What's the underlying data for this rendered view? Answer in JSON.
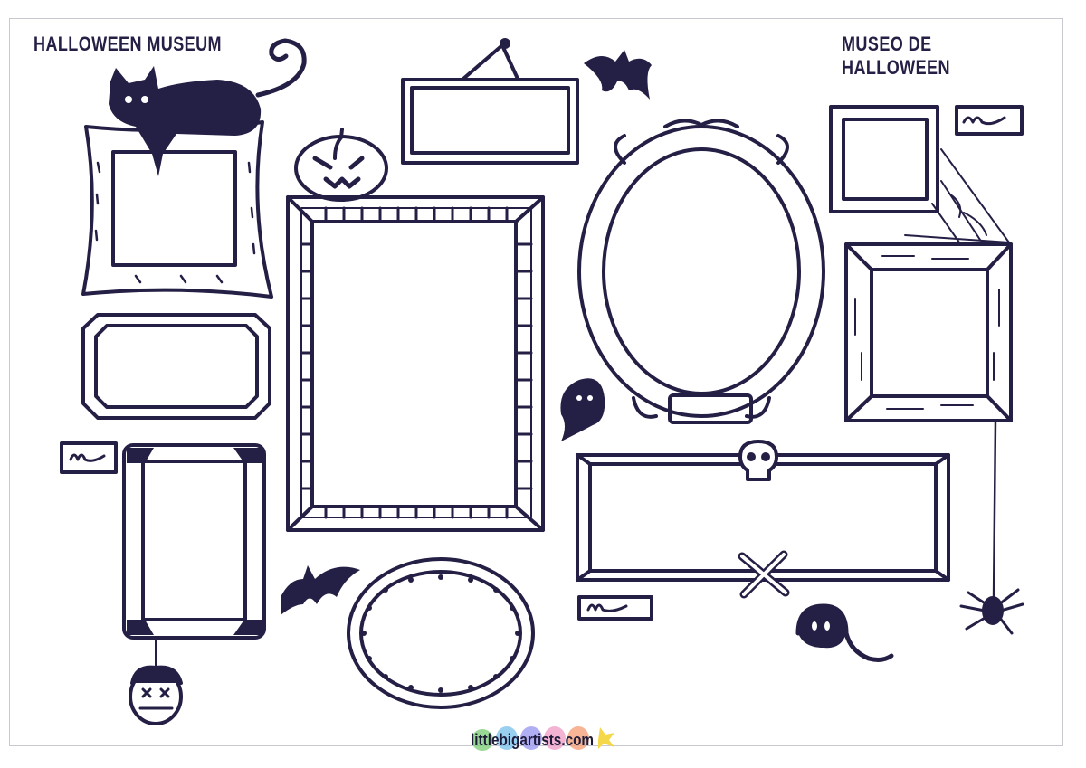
{
  "page": {
    "title_en": "HALLOWEEN MUSEUM",
    "title_es": "MUSEO DE HALLOWEEN",
    "footer_brand": "littlebigartists.com"
  },
  "colors": {
    "ink": "#241f45",
    "border": "#c8c8d0",
    "background": "#ffffff"
  },
  "frames": [
    {
      "name": "cat-frame",
      "decoration": "black cat on top"
    },
    {
      "name": "hanging-sign-frame",
      "decoration": "nail and string"
    },
    {
      "name": "striped-tall-frame",
      "decoration": "jack-o-lantern on top"
    },
    {
      "name": "oval-mirror-frame",
      "decoration": "ornate scrolls and nameplate"
    },
    {
      "name": "small-square-frame",
      "decoration": "spider web"
    },
    {
      "name": "wood-square-frame",
      "decoration": "wood grain"
    },
    {
      "name": "octagon-frame",
      "decoration": "none"
    },
    {
      "name": "rounded-corner-frame",
      "decoration": "shrunken head hanging"
    },
    {
      "name": "dotted-oval-frame",
      "decoration": "dots"
    },
    {
      "name": "wide-skull-frame",
      "decoration": "skull and crossbones"
    }
  ],
  "decorations": [
    "bat",
    "bat",
    "ghost",
    "ghost",
    "spider",
    "jack-o-lantern",
    "black-cat",
    "skull",
    "crossbones",
    "shrunken-head"
  ],
  "labels": [
    "signature-label-1",
    "signature-label-2",
    "signature-label-3"
  ]
}
